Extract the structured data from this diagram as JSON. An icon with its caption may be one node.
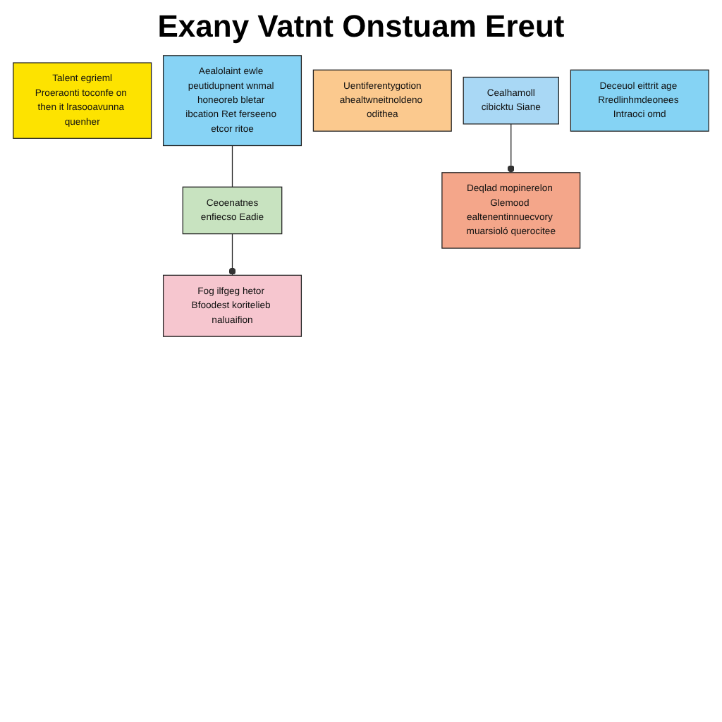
{
  "diagram": {
    "title": "Exany Vatnt Onstuam Ereut",
    "nodes": [
      {
        "text": [
          "Talent egrieml",
          "Proeraonti toconfe on then it lrasooavunna quenher"
        ]
      },
      {
        "text": [
          "Aealolaint ewle peutidupnent wnmal honeoreb bletar ibcation Ret ferseeno etcor ritoe"
        ]
      },
      {
        "text": [
          "Uentiferentygotion",
          "ahealtwneitnoldeno odithea"
        ]
      },
      {
        "text": [
          "Cealhamoll",
          "cibicktu Siane"
        ]
      },
      {
        "text": [
          "Ceoenatnes",
          "enfiecso Eadie"
        ]
      },
      {
        "text": [
          "Deqlad mopinerelon Glemood ealtenentinnuecvory muarsioló querocitee"
        ]
      },
      {
        "text": [
          "Deceuol eittrit age Rredlinhmdeonees Intraoci omd"
        ]
      },
      {
        "text": [
          "Fog ilfgeg hetor Bfoodest koritelieb naluaifion"
        ]
      }
    ],
    "edges": [
      {
        "from": 1,
        "to": 4,
        "arrow": "none"
      },
      {
        "from": 3,
        "to": 5,
        "arrow": "other"
      },
      {
        "from": 4,
        "to": 7,
        "arrow": "other"
      }
    ]
  }
}
